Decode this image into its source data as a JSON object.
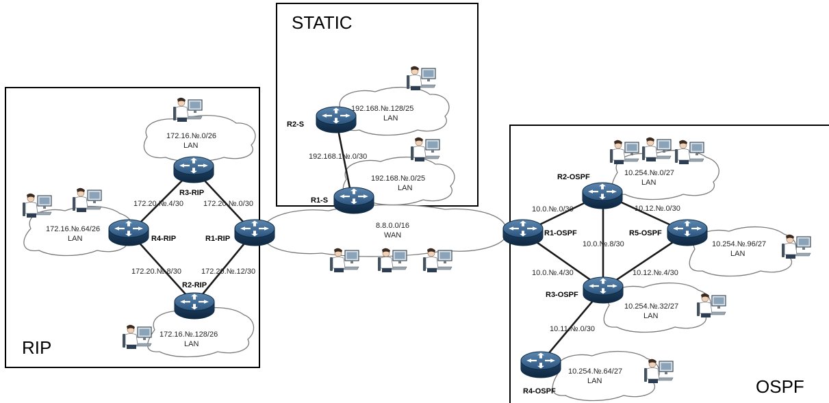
{
  "zones": {
    "static": "STATIC",
    "rip": "RIP",
    "ospf": "OSPF"
  },
  "routers": {
    "r2s": "R2-S",
    "r1s": "R1-S",
    "r3rip": "R3-RIP",
    "r4rip": "R4-RIP",
    "r1rip": "R1-RIP",
    "r2rip": "R2-RIP",
    "r2ospf": "R2-OSPF",
    "r1ospf": "R1-OSPF",
    "r5ospf": "R5-OSPF",
    "r3ospf": "R3-OSPF",
    "r4ospf": "R4-OSPF"
  },
  "networks": {
    "static_lan1": {
      "subnet": "192.168.№.128/25",
      "type": "LAN"
    },
    "static_lan2": {
      "subnet": "192.168.№.0/25",
      "type": "LAN"
    },
    "rip_lan_r3": {
      "subnet": "172.16.№.0/26",
      "type": "LAN"
    },
    "rip_lan_r4": {
      "subnet": "172.16.№.64/26",
      "type": "LAN"
    },
    "rip_lan_r2": {
      "subnet": "172.16.№.128/26",
      "type": "LAN"
    },
    "wan": {
      "subnet": "8.8.0.0/16",
      "type": "WAN"
    },
    "ospf_lan_r2": {
      "subnet": "10.254.№.0/27",
      "type": "LAN"
    },
    "ospf_lan_r5": {
      "subnet": "10.254.№.96/27",
      "type": "LAN"
    },
    "ospf_lan_r3": {
      "subnet": "10.254.№.32/27",
      "type": "LAN"
    },
    "ospf_lan_r4": {
      "subnet": "10.254.№.64/27",
      "type": "LAN"
    }
  },
  "links": {
    "r2s_r1s": "192.168.1№.0/30",
    "r3_r4_rip": "172.20.№.4/30",
    "r3_r1_rip": "172.20.№.0/30",
    "r4_r2_rip": "172.20.№.8/30",
    "r1_r2_rip": "172.20.№.12/30",
    "r1_r2_ospf": "10.0.№.0/30",
    "r2_r5_ospf": "10.12.№.0/30",
    "r2_r3_ospf": "10.0.№.8/30",
    "r1_r3_ospf": "10.0.№.4/30",
    "r5_r3_ospf": "10.12.№.4/30",
    "r3_r4_ospf": "10.11.№.0/30"
  },
  "icons": {
    "router": "router-icon",
    "workstation": "workstation-icon"
  }
}
